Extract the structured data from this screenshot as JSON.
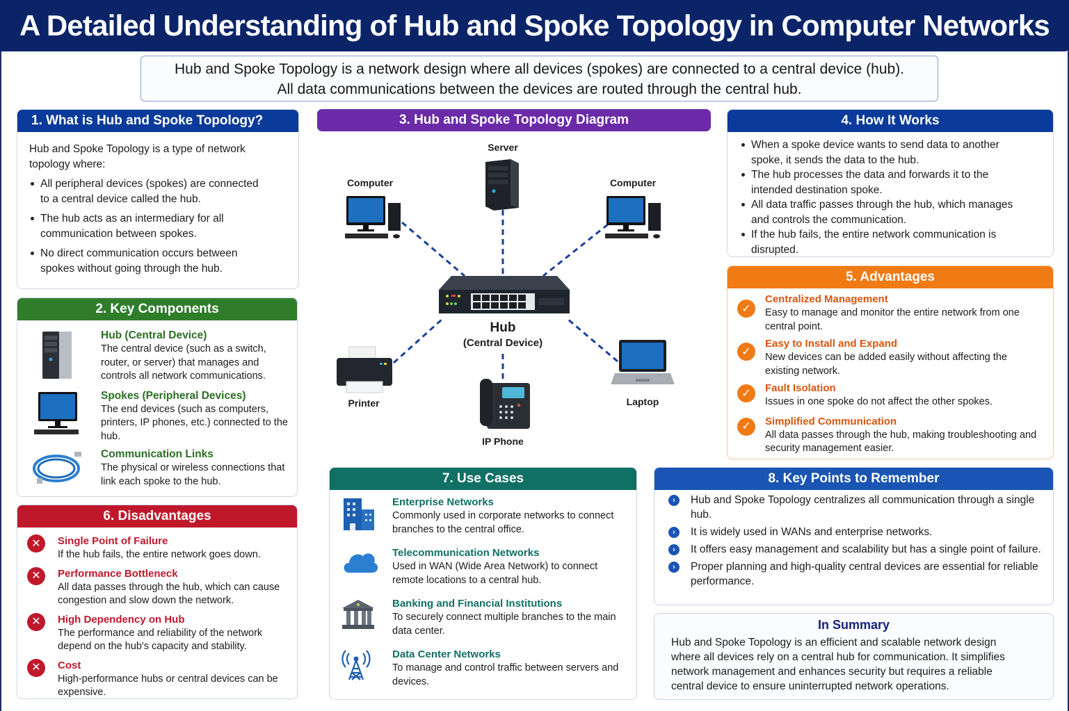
{
  "header": {
    "title": "A Detailed Understanding of Hub and Spoke Topology in Computer Networks",
    "intro_line1": "Hub and Spoke Topology is a network design where all devices (spokes) are connected to a central device (hub).",
    "intro_line2": "All data communications between the devices are routed through the central hub."
  },
  "colors": {
    "title_bg": "#0b2468",
    "section1": "#0a3a9a",
    "section2": "#2f7d2b",
    "section3": "#6b2aa8",
    "section4": "#0a3a9a",
    "section5": "#f07a14",
    "section6": "#c0182b",
    "section7": "#0f7063",
    "section8": "#1a55b3",
    "summary_title": "#16237a",
    "link_dash": "#1a3f9c"
  },
  "section1": {
    "title": "1. What is Hub and Spoke Topology?",
    "intro": "Hub and Spoke Topology is a type of network topology where:",
    "bullets": [
      "All peripheral devices (spokes) are connected to a central device called the hub.",
      "The hub acts as an intermediary for all communication between spokes.",
      "No direct communication occurs between spokes without going through the hub."
    ]
  },
  "section2": {
    "title": "2. Key Components",
    "items": [
      {
        "icon": "server-tower-icon",
        "title": "Hub (Central Device)",
        "desc": "The central device (such as a switch, router, or server) that manages and controls all network communications."
      },
      {
        "icon": "monitor-icon",
        "title": "Spokes (Peripheral Devices)",
        "desc": "The end devices (such as computers, printers, IP phones, etc.) connected to the hub."
      },
      {
        "icon": "ethernet-cable-icon",
        "title": "Communication Links",
        "desc": "The physical or wireless connections that link each spoke to the hub."
      }
    ]
  },
  "section3": {
    "title": "3. Hub and Spoke Topology Diagram",
    "hub_label": "Hub",
    "hub_sublabel": "(Central Device)",
    "devices": [
      {
        "icon": "server-icon",
        "label": "Server"
      },
      {
        "icon": "computer-icon",
        "label": "Computer"
      },
      {
        "icon": "computer-icon",
        "label": "Computer"
      },
      {
        "icon": "printer-icon",
        "label": "Printer"
      },
      {
        "icon": "ip-phone-icon",
        "label": "IP Phone"
      },
      {
        "icon": "laptop-icon",
        "label": "Laptop"
      }
    ]
  },
  "section4": {
    "title": "4. How It Works",
    "bullets": [
      "When a spoke device wants to send data to another spoke, it sends the data to the hub.",
      "The hub processes the data and forwards it to the intended destination spoke.",
      "All data traffic passes through the hub, which manages and controls the communication.",
      "If the hub fails, the entire network communication is disrupted."
    ]
  },
  "section5": {
    "title": "5. Advantages",
    "items": [
      {
        "title": "Centralized Management",
        "desc": "Easy to manage and monitor the entire network from one central point."
      },
      {
        "title": "Easy to Install and Expand",
        "desc": "New devices can be added easily without affecting the existing network."
      },
      {
        "title": "Fault Isolation",
        "desc": "Issues in one spoke do not affect the other spokes."
      },
      {
        "title": "Simplified Communication",
        "desc": "All data passes through the hub, making troubleshooting and security management easier."
      }
    ]
  },
  "section6": {
    "title": "6. Disadvantages",
    "items": [
      {
        "title": "Single Point of Failure",
        "desc": "If the hub fails, the entire network goes down."
      },
      {
        "title": "Performance Bottleneck",
        "desc": "All data passes through the hub, which can cause congestion and slow down the network."
      },
      {
        "title": "High Dependency on Hub",
        "desc": "The performance and reliability of the network depend on the hub's capacity and stability."
      },
      {
        "title": "Cost",
        "desc": "High-performance hubs or central devices can be expensive."
      }
    ]
  },
  "section7": {
    "title": "7. Use Cases",
    "items": [
      {
        "icon": "office-building-icon",
        "title": "Enterprise Networks",
        "desc": "Commonly used in corporate networks to connect branches to the central office."
      },
      {
        "icon": "cloud-icon",
        "title": "Telecommunication Networks",
        "desc": "Used in WAN (Wide Area Network) to connect remote locations to a central hub."
      },
      {
        "icon": "bank-icon",
        "title": "Banking and Financial Institutions",
        "desc": "To securely connect multiple branches to the main data center."
      },
      {
        "icon": "antenna-tower-icon",
        "title": "Data Center Networks",
        "desc": "To manage and control traffic between servers and devices."
      }
    ]
  },
  "section8": {
    "title": "8. Key Points to Remember",
    "bullets": [
      "Hub and Spoke Topology centralizes all communication through a single hub.",
      "It is widely used in WANs and enterprise networks.",
      "It offers easy management and scalability but has a single point of failure.",
      "Proper planning and high-quality central devices are essential for reliable performance."
    ]
  },
  "summary": {
    "title": "In Summary",
    "text": "Hub and Spoke Topology is an efficient and scalable network design where all devices rely on a central hub for communication. It simplifies network management and enhances security but requires a reliable central device to ensure uninterrupted network operations."
  }
}
